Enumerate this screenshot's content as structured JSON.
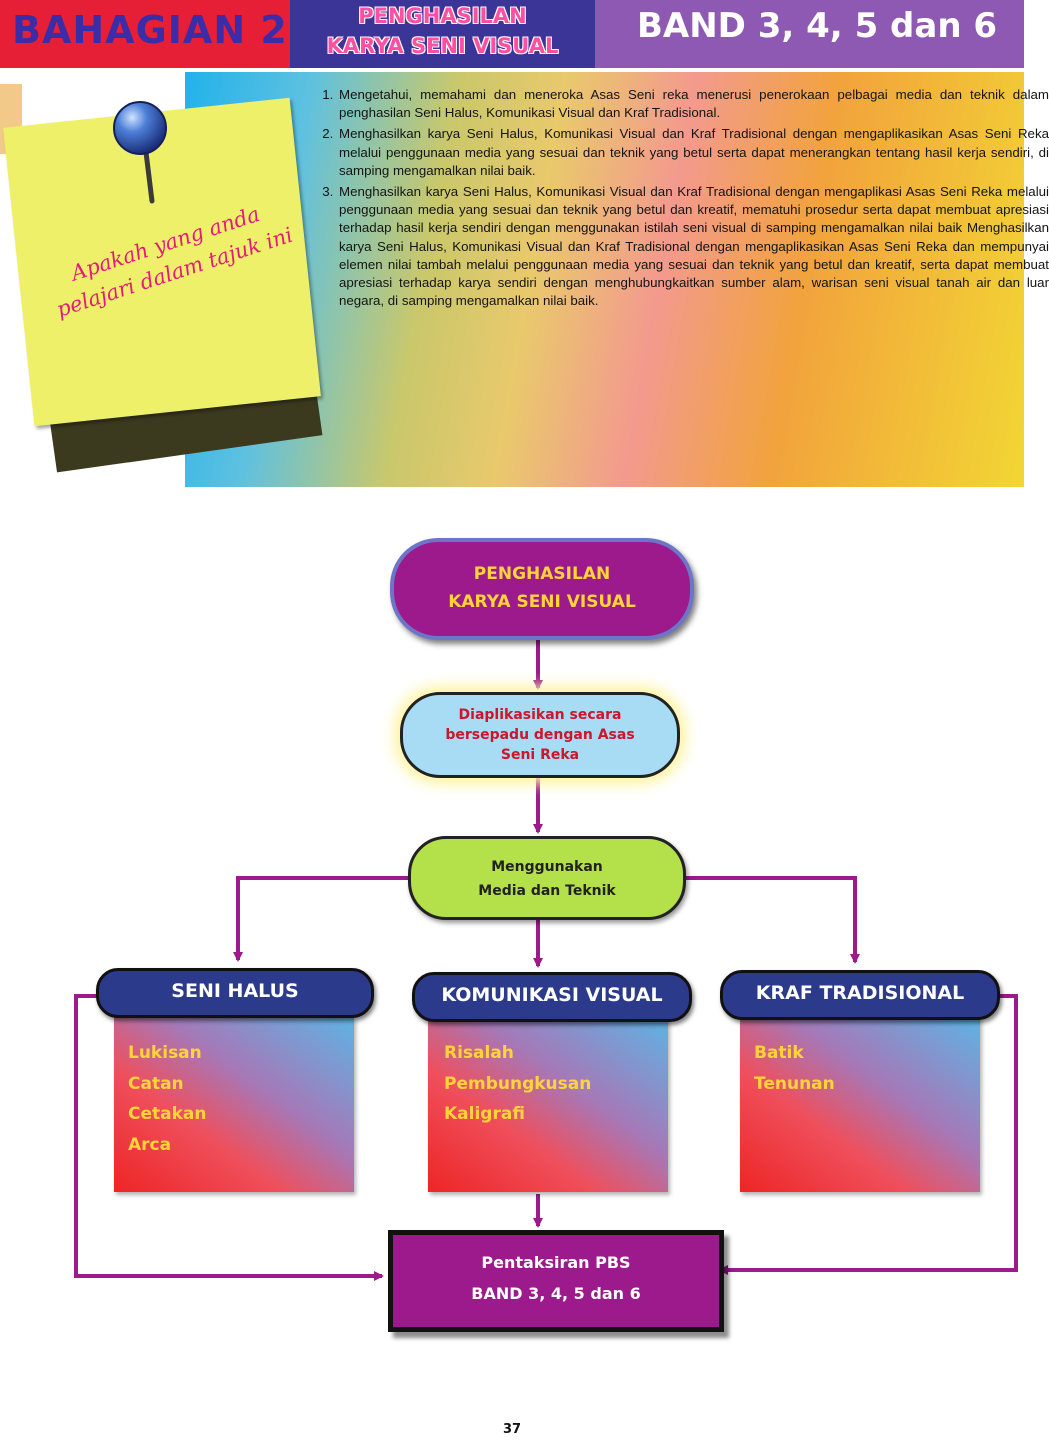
{
  "header": {
    "section": "BAHAGIAN 2",
    "topic_line1": "PENGHASILAN",
    "topic_line2": "KARYA SENI VISUAL",
    "band": "BAND 3, 4, 5 dan 6"
  },
  "note": {
    "line1": "Apakah yang anda",
    "line2": "pelajari dalam tajuk ini"
  },
  "objectives": [
    "Mengetahui, memahami dan meneroka Asas Seni reka menerusi penerokaan pelbagai media dan teknik dalam penghasilan Seni Halus, Komunikasi Visual dan Kraf Tradisional.",
    "Menghasilkan karya Seni Halus, Komunikasi Visual dan Kraf Tradisional dengan mengaplikasikan Asas Seni Reka melalui penggunaan media yang sesuai dan teknik yang betul serta dapat menerangkan tentang hasil kerja sendiri, di samping mengamalkan nilai baik.",
    "Menghasilkan karya Seni Halus, Komunikasi Visual dan Kraf Tradisional dengan mengaplikasi Asas Seni Reka melalui penggunaan media yang sesuai dan teknik yang betul dan kreatif, mematuhi prosedur serta dapat membuat apresiasi terhadap hasil kerja sendiri dengan menggunakan istilah seni visual di samping mengamalkan nilai baik Menghasilkan karya Seni Halus, Komunikasi Visual dan Kraf Tradisional dengan mengaplikasikan Asas Seni Reka dan mempunyai elemen nilai tambah melalui penggunaan media yang sesuai dan teknik yang betul dan kreatif, serta dapat membuat apresiasi terhadap karya sendiri dengan menghubungkaitkan sumber alam, warisan seni visual tanah air dan luar negara, di samping mengamalkan nilai baik."
  ],
  "flow": {
    "root_line1": "PENGHASILAN",
    "root_line2": "KARYA SENI VISUAL",
    "asas_line1": "Diaplikasikan secara",
    "asas_line2": "bersepadu dengan Asas",
    "asas_line3": "Seni Reka",
    "media_line1": "Menggunakan",
    "media_line2": "Media dan Teknik",
    "categories": [
      {
        "title": "SENI HALUS",
        "items": [
          "Lukisan",
          "Catan",
          "Cetakan",
          "Arca"
        ]
      },
      {
        "title": "KOMUNIKASI VISUAL",
        "items": [
          "Risalah",
          "Pembungkusan",
          "Kaligrafi"
        ]
      },
      {
        "title": "KRAF TRADISIONAL",
        "items": [
          "Batik",
          "Tenunan"
        ]
      }
    ],
    "pbs_line1": "Pentaksiran PBS",
    "pbs_line2": "BAND 3, 4, 5 dan  6"
  },
  "colors": {
    "header_red": "#e61f36",
    "header_blue": "#3a3597",
    "header_purple": "#8e59b3",
    "connector": "#9c1a8c",
    "category_header": "#2c3a8c",
    "item_text": "#ffd43a"
  },
  "page_number": "37"
}
